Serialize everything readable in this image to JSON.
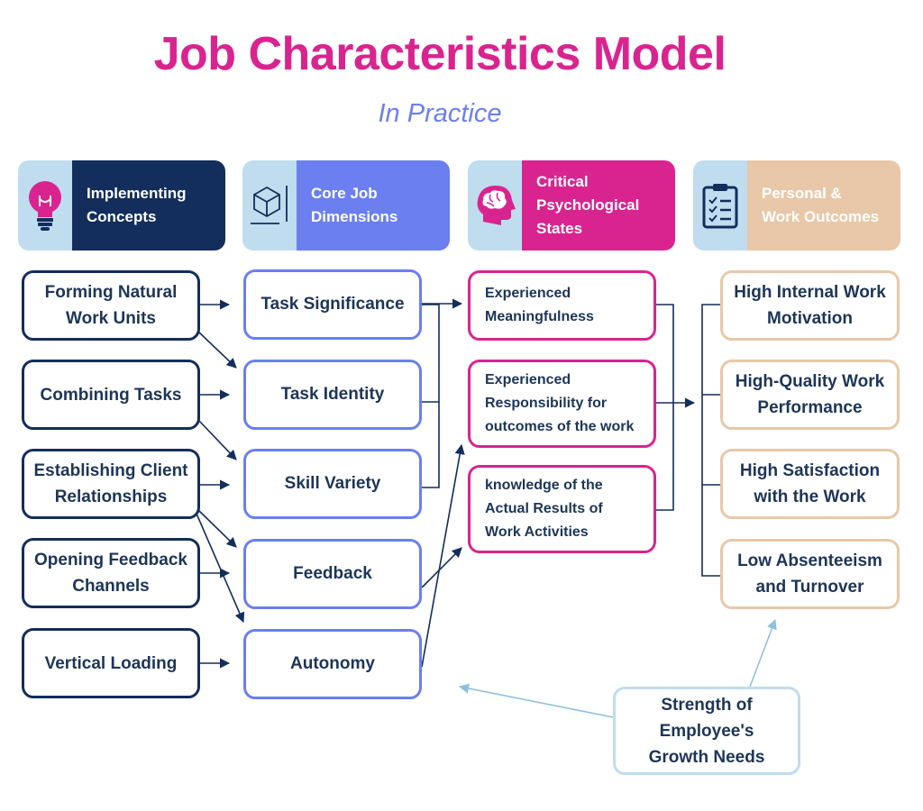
{
  "title": "Job Characteristics Model",
  "subtitle": "In Practice",
  "colors": {
    "navy": "#132d5c",
    "periwinkle": "#6b7ff0",
    "magenta": "#d9248f",
    "peach": "#e8c8a8",
    "light_blue": "#c0dcef"
  },
  "headers": [
    {
      "label": "Implementing Concepts",
      "icon": "lightbulb-icon"
    },
    {
      "label": "Core Job Dimensions",
      "icon": "cube-icon"
    },
    {
      "label": "Critical Psychological States",
      "icon": "brain-head-icon"
    },
    {
      "label": "Personal & Work Outcomes",
      "icon": "clipboard-checklist-icon"
    }
  ],
  "concepts": [
    "Forming Natural Work Units",
    "Combining Tasks",
    "Establishing Client Relationships",
    "Opening Feedback Channels",
    "Vertical Loading"
  ],
  "dimensions": [
    "Task Significance",
    "Task Identity",
    "Skill Variety",
    "Feedback",
    "Autonomy"
  ],
  "states": [
    "Experienced Meaningfulness",
    "Experienced Responsibility for outcomes of the work",
    "knowledge of the Actual Results of Work Activities"
  ],
  "outcomes": [
    "High Internal Work Motivation",
    "High-Quality Work Performance",
    "High Satisfaction with the Work",
    "Low Absenteeism and Turnover"
  ],
  "moderator": "Strength of Employee's Growth Needs"
}
